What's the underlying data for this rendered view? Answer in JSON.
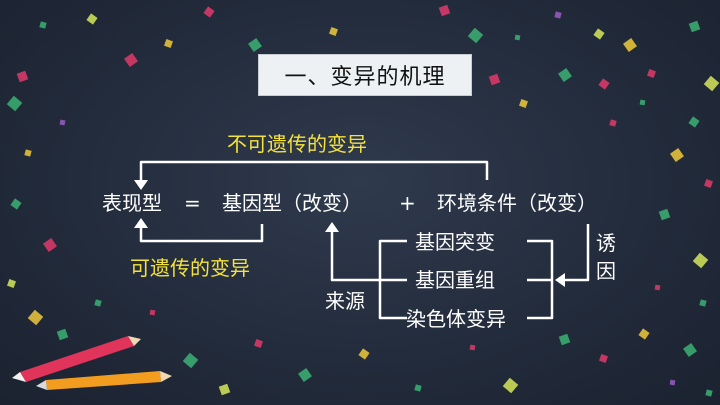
{
  "slide": {
    "title": "一、变异的机理",
    "top_label": "不可遗传的变异",
    "bottom_label": "可遗传的变异",
    "equation": {
      "phenotype": "表现型",
      "equals": "=",
      "genotype": "基因型（改变）",
      "plus": "+",
      "environment": "环境条件（改变）"
    },
    "sources": [
      "基因突变",
      "基因重组",
      "染色体变异"
    ],
    "source_label": "来源",
    "inducement_label": [
      "诱",
      "因"
    ]
  },
  "colors": {
    "background": "#232c3c",
    "highlight_text": "#f5e23c",
    "title_box": "#eef1f4"
  }
}
